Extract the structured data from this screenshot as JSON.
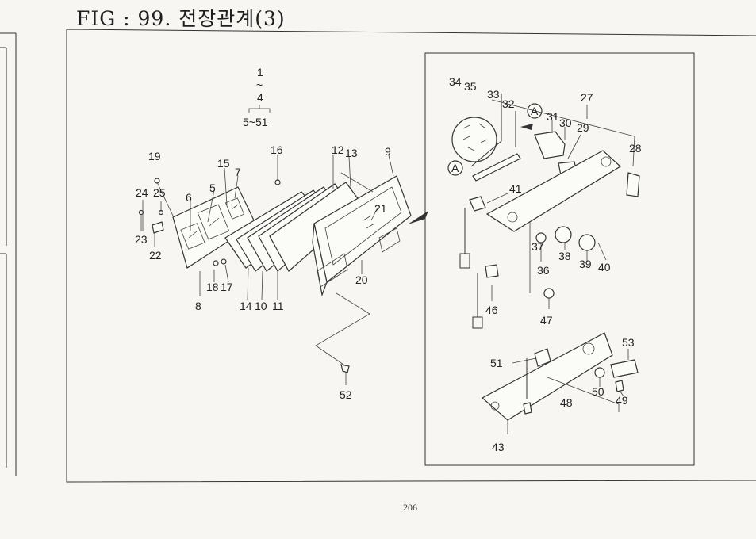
{
  "header": {
    "title": "FIG : 99. 전장관계(3)"
  },
  "footer": {
    "page_number": "206"
  },
  "callouts": {
    "range_1_4": [
      "1",
      "~",
      "4"
    ],
    "range_5_51": "5~51",
    "left": [
      "19",
      "24",
      "25",
      "6",
      "5",
      "15",
      "7",
      "16",
      "12",
      "13",
      "9",
      "23",
      "22",
      "21",
      "8",
      "18",
      "17",
      "14",
      "10",
      "11",
      "20",
      "52"
    ],
    "right": [
      "34",
      "35",
      "33",
      "32",
      "A",
      "31",
      "30",
      "29",
      "27",
      "28",
      "A",
      "41",
      "37",
      "38",
      "39",
      "40",
      "36",
      "46",
      "47",
      "51",
      "53",
      "50",
      "49",
      "48",
      "43"
    ]
  }
}
